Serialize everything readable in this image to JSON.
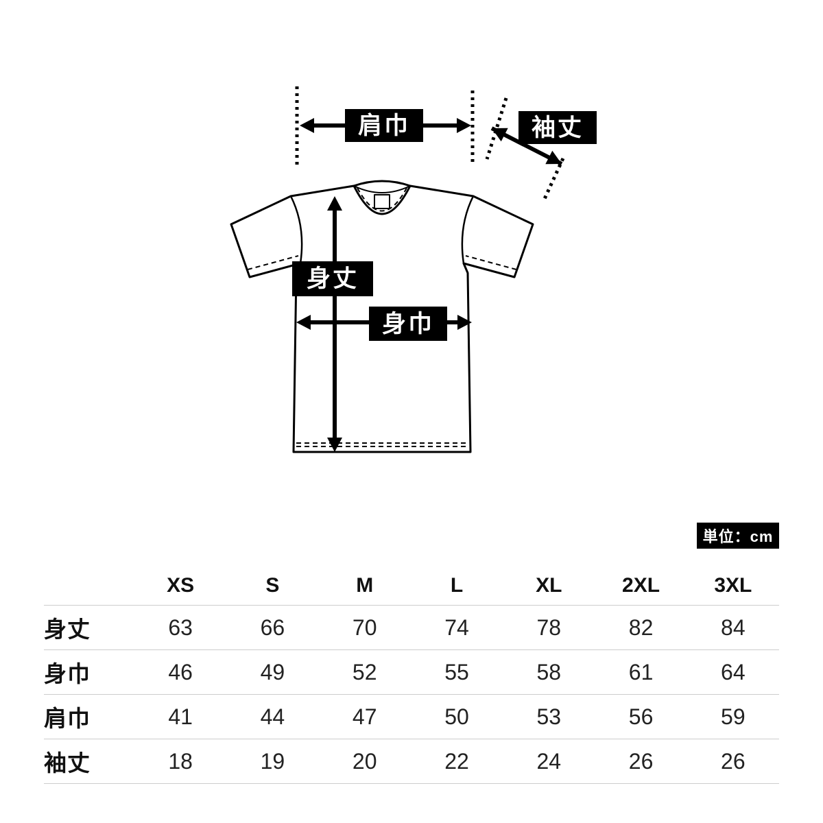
{
  "diagram": {
    "labels": {
      "shoulder_width": "肩巾",
      "sleeve_length": "袖丈",
      "body_length": "身丈",
      "body_width": "身巾"
    }
  },
  "unit_badge": "単位：cm",
  "size_table": {
    "columns": [
      "XS",
      "S",
      "M",
      "L",
      "XL",
      "2XL",
      "3XL"
    ],
    "rows": [
      {
        "label": "身丈",
        "values": [
          "63",
          "66",
          "70",
          "74",
          "78",
          "82",
          "84"
        ]
      },
      {
        "label": "身巾",
        "values": [
          "46",
          "49",
          "52",
          "55",
          "58",
          "61",
          "64"
        ]
      },
      {
        "label": "肩巾",
        "values": [
          "41",
          "44",
          "47",
          "50",
          "53",
          "56",
          "59"
        ]
      },
      {
        "label": "袖丈",
        "values": [
          "18",
          "19",
          "20",
          "22",
          "24",
          "26",
          "26"
        ]
      }
    ]
  },
  "colors": {
    "label_bg": "#000000",
    "label_text": "#ffffff",
    "outline": "#000000",
    "divider": "#cccccc"
  }
}
